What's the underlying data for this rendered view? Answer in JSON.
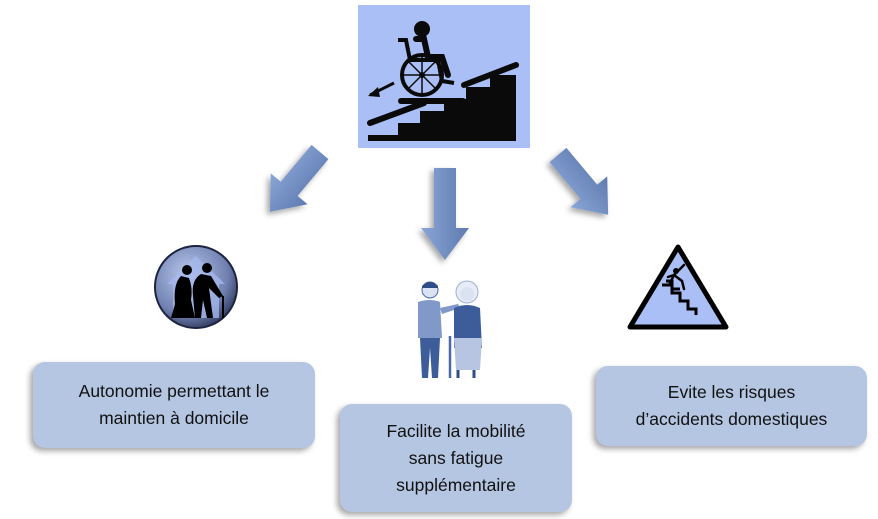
{
  "diagram": {
    "central_image": {
      "icon": "stairlift-wheelchair-icon",
      "background": "#a9bff5"
    },
    "arrows": [
      {
        "direction": "down-left",
        "color": "#7b97c8"
      },
      {
        "direction": "down",
        "color": "#7b97c8"
      },
      {
        "direction": "down-right",
        "color": "#7b97c8"
      }
    ],
    "branches": [
      {
        "icon": "elderly-couple-home-icon",
        "text": "Autonomie permettant le\nmaintien à domicile"
      },
      {
        "icon": "caregiver-elderly-woman-icon",
        "text": "Facilite la mobilité\nsans fatigue\nsupplémentaire"
      },
      {
        "icon": "fall-on-stairs-warning-icon",
        "text": "Evite les risques\nd’accidents domestiques"
      }
    ],
    "box_color": "#b4c6e2"
  }
}
